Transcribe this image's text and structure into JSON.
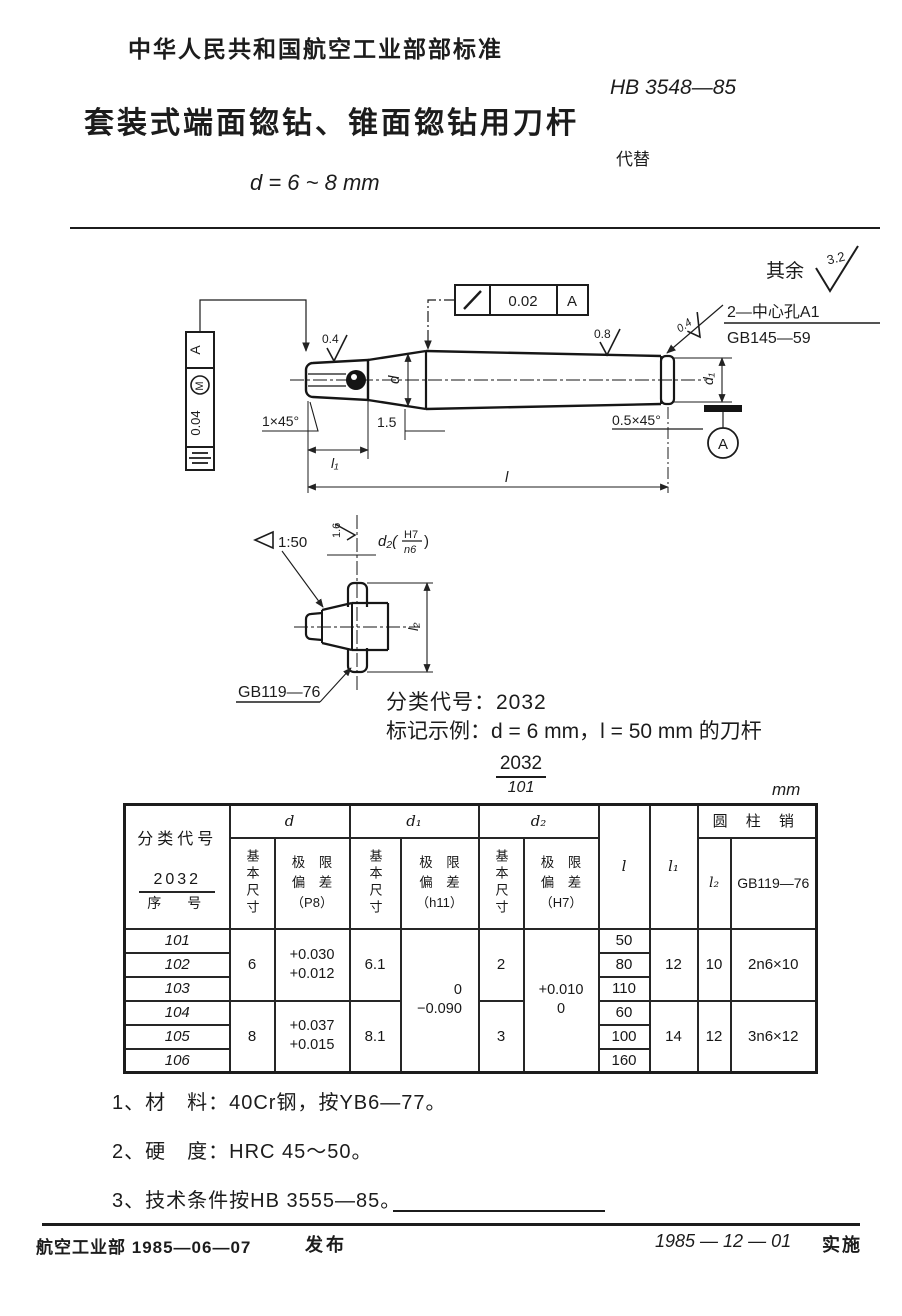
{
  "header": {
    "authority": "中华人民共和国航空工业部部标准",
    "standard_no": "HB 3548—85",
    "title": "套装式端面锪钻、锥面锪钻用刀杆",
    "replaces": "代替",
    "size_range": "d = 6 ~ 8 mm"
  },
  "drawing": {
    "others_label": "其余",
    "others_roughness": "3.2",
    "parallelism_value": "0.02",
    "parallelism_datum": "A",
    "sym_tol_value": "0.04",
    "sym_tol_mod": "M",
    "sym_tol_datum": "A",
    "center_hole_line1": "2—中心孔A1",
    "center_hole_line2": "GB145—59",
    "roughness_cone": "0.4",
    "roughness_body": "0.8",
    "roughness_end": "0.4",
    "chamfer_left": "1×45°",
    "dim_1_5": "1.5",
    "chamfer_right": "0.5×45°",
    "label_d": "d",
    "label_d1": "d₁",
    "label_l": "l",
    "label_l1": "l₁",
    "datum_label": "A",
    "detail": {
      "taper": "1:50",
      "bore_roughness": "1.6",
      "fit_prefix": "d₂(",
      "fit_num": "H7",
      "fit_den": "n6",
      "fit_suffix": ")",
      "label_l2": "l₂",
      "pin_standard": "GB119—76"
    }
  },
  "info": {
    "class_code": "分类代号：2032",
    "marking_example": "标记示例：d = 6 mm，l = 50 mm 的刀杆",
    "marking_num": "2032",
    "marking_den": "101",
    "unit": "mm"
  },
  "table": {
    "header": {
      "class_title": "分类代号",
      "class_num": "2032",
      "class_den": "序　号",
      "d": "d",
      "d1": "d₁",
      "d2": "d₂",
      "basic": "基本尺寸",
      "limit1": "极　限",
      "limit2": "偏　差",
      "tol_d": "（P8）",
      "tol_d1": "（h11）",
      "tol_d2": "（H7）",
      "l": "l",
      "l1": "l₁",
      "pin_group": "圆 柱 销",
      "l2": "l₂",
      "pin_std": "GB119—76"
    },
    "rows": [
      {
        "no": "101",
        "l": "50"
      },
      {
        "no": "102",
        "l": "80"
      },
      {
        "no": "103",
        "l": "110"
      },
      {
        "no": "104",
        "l": "60"
      },
      {
        "no": "105",
        "l": "100"
      },
      {
        "no": "106",
        "l": "160"
      }
    ],
    "groups": [
      {
        "d": "6",
        "d_dev_hi": "+0.030",
        "d_dev_lo": "+0.012",
        "d1": "6.1",
        "d2": "2",
        "l1": "12",
        "l2": "10",
        "pin": "2n6×10"
      },
      {
        "d": "8",
        "d_dev_hi": "+0.037",
        "d_dev_lo": "+0.015",
        "d1": "8.1",
        "d2": "3",
        "l1": "14",
        "l2": "12",
        "pin": "3n6×12"
      }
    ],
    "merged": {
      "d1_dev_hi": "0",
      "d1_dev_lo": "−0.090",
      "d2_dev_hi": "+0.010",
      "d2_dev_lo": "0"
    }
  },
  "notes": [
    "1、材　料：40Cr钢，按YB6—77。",
    "2、硬　度：HRC 45～50。",
    "3、技术条件按HB 3555—85。"
  ],
  "footer": {
    "issuer": "航空工业部",
    "issue_date": "1985—06—07",
    "publish": "发布",
    "impl_date": "1985 — 12 — 01",
    "implement": "实施"
  }
}
